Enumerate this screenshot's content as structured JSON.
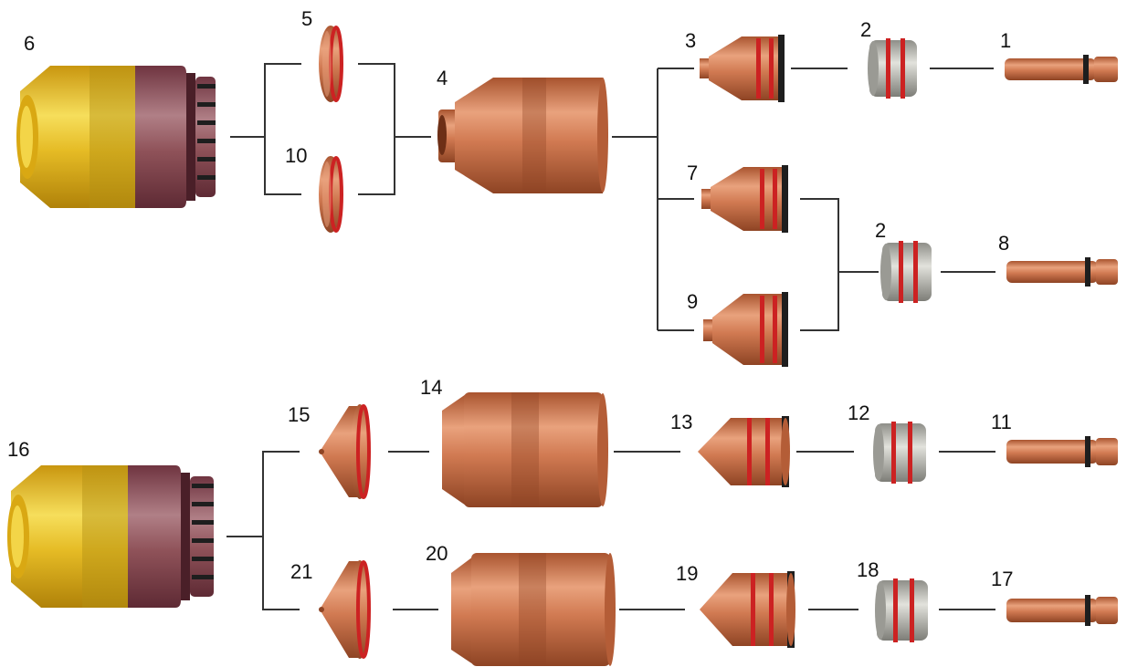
{
  "parts": [
    {
      "id": "p1",
      "label": "1",
      "kind": "electrode"
    },
    {
      "id": "p2a",
      "label": "2",
      "kind": "swirl-ring"
    },
    {
      "id": "p3",
      "label": "3",
      "kind": "nozzle"
    },
    {
      "id": "p4",
      "label": "4",
      "kind": "retaining-cap"
    },
    {
      "id": "p5",
      "label": "5",
      "kind": "shield"
    },
    {
      "id": "p6",
      "label": "6",
      "kind": "outer-cap"
    },
    {
      "id": "p7",
      "label": "7",
      "kind": "nozzle"
    },
    {
      "id": "p2b",
      "label": "2",
      "kind": "swirl-ring"
    },
    {
      "id": "p8",
      "label": "8",
      "kind": "electrode"
    },
    {
      "id": "p9",
      "label": "9",
      "kind": "nozzle"
    },
    {
      "id": "p10",
      "label": "10",
      "kind": "shield"
    },
    {
      "id": "p11",
      "label": "11",
      "kind": "electrode"
    },
    {
      "id": "p12",
      "label": "12",
      "kind": "swirl-ring"
    },
    {
      "id": "p13",
      "label": "13",
      "kind": "nozzle"
    },
    {
      "id": "p14",
      "label": "14",
      "kind": "retaining-cap"
    },
    {
      "id": "p15",
      "label": "15",
      "kind": "shield"
    },
    {
      "id": "p16",
      "label": "16",
      "kind": "outer-cap"
    },
    {
      "id": "p17",
      "label": "17",
      "kind": "electrode"
    },
    {
      "id": "p18",
      "label": "18",
      "kind": "swirl-ring"
    },
    {
      "id": "p19",
      "label": "19",
      "kind": "nozzle"
    },
    {
      "id": "p20",
      "label": "20",
      "kind": "retaining-cap"
    },
    {
      "id": "p21",
      "label": "21",
      "kind": "shield"
    }
  ],
  "colors": {
    "copper": "#c8714a",
    "copper_light": "#e9a27d",
    "copper_dark": "#8e4424",
    "brass": "#e0b21e",
    "brass_light": "#f6de5b",
    "maroon": "#8a4a52",
    "maroon_light": "#a8747c",
    "oring_red": "#cc2222",
    "oring_black": "#1e1e1e",
    "steel": "#b9b9b4",
    "line": "#333333"
  }
}
